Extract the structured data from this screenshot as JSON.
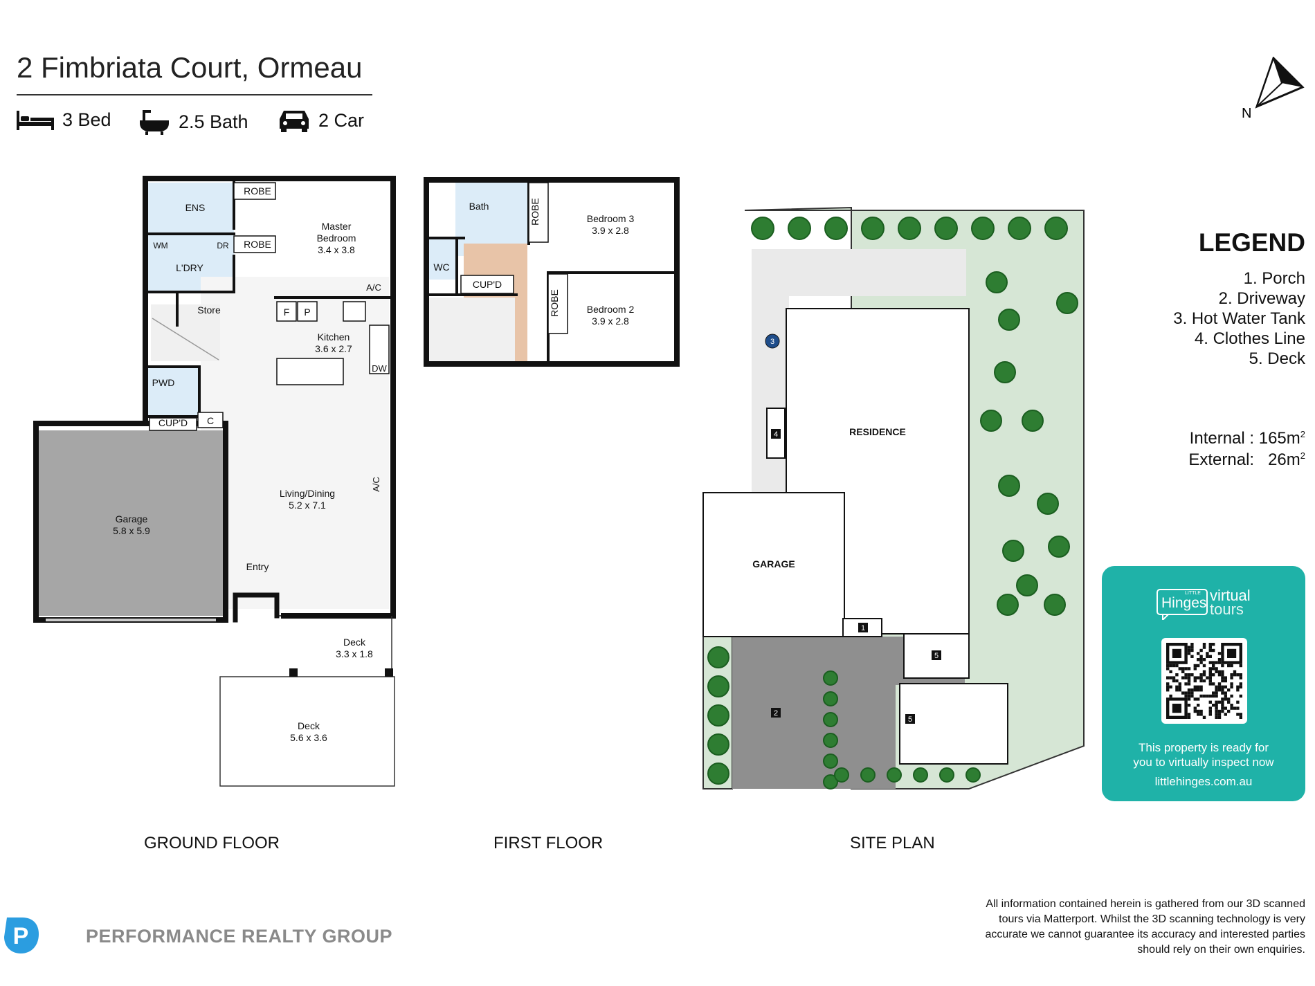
{
  "header": {
    "title": "2 Fimbriata Court, Ormeau",
    "features": [
      {
        "icon": "bed-icon",
        "label": "3 Bed"
      },
      {
        "icon": "bath-icon",
        "label": "2.5 Bath"
      },
      {
        "icon": "car-icon",
        "label": "2 Car"
      }
    ]
  },
  "compass": {
    "label": "N"
  },
  "legend": {
    "title": "LEGEND",
    "items": [
      "1. Porch",
      "2. Driveway",
      "3. Hot Water Tank",
      "4. Clothes Line",
      "5. Deck"
    ],
    "internal_label": "Internal : 165m",
    "external_label": "External:   26m",
    "area_unit_superscript": "2"
  },
  "ground_floor": {
    "label": "GROUND FLOOR",
    "rooms": {
      "robe1": "ROBE",
      "robe2": "ROBE",
      "ens": "ENS",
      "wm": "WM",
      "dr": "DR",
      "ldry": "L'DRY",
      "master_name_1": "Master",
      "master_name_2": "Bedroom",
      "master_dims": "3.4 x 3.8",
      "ac1": "A/C",
      "store": "Store",
      "fridge": "F",
      "pantry": "P",
      "kitchen_name": "Kitchen",
      "kitchen_dims": "3.6 x 2.7",
      "dw": "DW",
      "pwd": "PWD",
      "cupd": "CUP'D",
      "c": "C",
      "ac2": "A/C",
      "living_name": "Living/Dining",
      "living_dims": "5.2 x 7.1",
      "garage_name": "Garage",
      "garage_dims": "5.8 x 5.9",
      "entry": "Entry",
      "deck1_name": "Deck",
      "deck1_dims": "3.3 x 1.8",
      "deck2_name": "Deck",
      "deck2_dims": "5.6 x 3.6"
    }
  },
  "first_floor": {
    "label": "FIRST FLOOR",
    "rooms": {
      "bath": "Bath",
      "robe1": "ROBE",
      "robe2": "ROBE",
      "wc": "WC",
      "cupd": "CUP'D",
      "bed3_name": "Bedroom 3",
      "bed3_dims": "3.9 x 2.8",
      "bed2_name": "Bedroom 2",
      "bed2_dims": "3.9 x 2.8"
    }
  },
  "site_plan": {
    "label": "SITE PLAN",
    "residence": "RESIDENCE",
    "garage": "GARAGE",
    "markers": [
      "1",
      "2",
      "3",
      "4",
      "5",
      "5"
    ]
  },
  "virtual_tours": {
    "logo_small": "LITTLE",
    "logo_hinges": "Hinges",
    "logo_virtual": "virtual",
    "logo_tours": "tours",
    "text_line1": "This property is ready for",
    "text_line2": "you to virtually inspect now",
    "url": "littlehinges.com.au"
  },
  "disclaimer": "All information contained herein is gathered from our 3D scanned tours via Matterport. Whilst the 3D scanning technology is very accurate we cannot guarantee its accuracy and interested parties should rely on their own enquiries.",
  "brand": {
    "name": "PERFORMANCE REALTY GROUP",
    "logo_letter": "P"
  },
  "colors": {
    "teal": "#1fb2a8",
    "lawn": "#d6e6d5",
    "tree": "#2e7d32",
    "garage_floor": "#a6a6a6",
    "stairs": "#e8c4a8",
    "wet_area": "#dcecf8"
  }
}
